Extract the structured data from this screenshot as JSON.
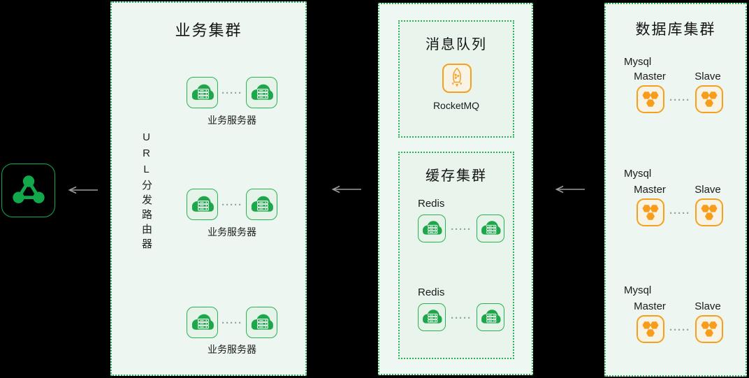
{
  "router": {
    "icon": "network-cluster-icon",
    "vertical_label": "URL分发路由器"
  },
  "business_cluster": {
    "title": "业务集群",
    "server_rows": [
      {
        "label": "业务服务器"
      },
      {
        "label": "业务服务器"
      },
      {
        "label": "业务服务器"
      }
    ],
    "ellipsis": "·····"
  },
  "message_queue": {
    "title": "消息队列",
    "item": "RocketMQ"
  },
  "cache_cluster": {
    "title": "缓存集群",
    "groups": [
      {
        "label": "Redis"
      },
      {
        "label": "Redis"
      }
    ],
    "ellipsis": "·····"
  },
  "database_cluster": {
    "title": "数据库集群",
    "groups": [
      {
        "label": "Mysql",
        "master": "Master",
        "slave": "Slave"
      },
      {
        "label": "Mysql",
        "master": "Master",
        "slave": "Slave"
      },
      {
        "label": "Mysql",
        "master": "Master",
        "slave": "Slave"
      }
    ],
    "ellipsis": "·····"
  },
  "colors": {
    "background": "#000000",
    "panel_bg": "#edf6f0",
    "subpanel_bg": "#e8f4ec",
    "green": "#1ea64b",
    "green_border": "#2bb05c",
    "orange": "#f59e1f",
    "cream_bg": "#f8f4e5",
    "arrow_gray": "#9c9c9c"
  }
}
